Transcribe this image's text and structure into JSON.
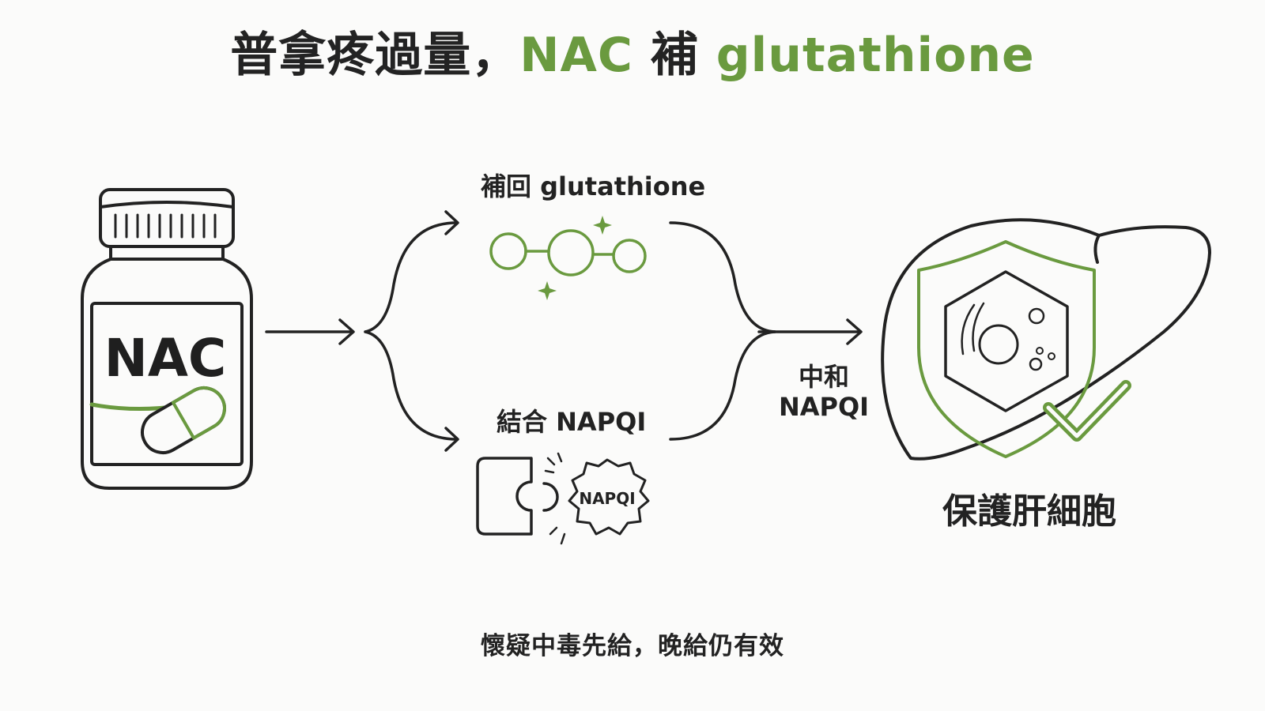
{
  "title": {
    "part1": "普拿疼過量，",
    "part2": "NAC",
    "part3": " 補 ",
    "part4": "glutathione"
  },
  "bottle": {
    "label": "NAC"
  },
  "branch_top": {
    "label": "補回 glutathione"
  },
  "branch_bottom": {
    "label": "結合 NAPQI",
    "toxin_label": "NAPQI"
  },
  "neutralize": {
    "line1": "中和",
    "line2": "NAPQI"
  },
  "outcome": {
    "label": "保護肝細胞"
  },
  "footer": {
    "note": "懷疑中毒先給，晚給仍有效"
  },
  "colors": {
    "accent": "#6a9a3f",
    "ink": "#222222",
    "background": "#fbfbfa"
  }
}
